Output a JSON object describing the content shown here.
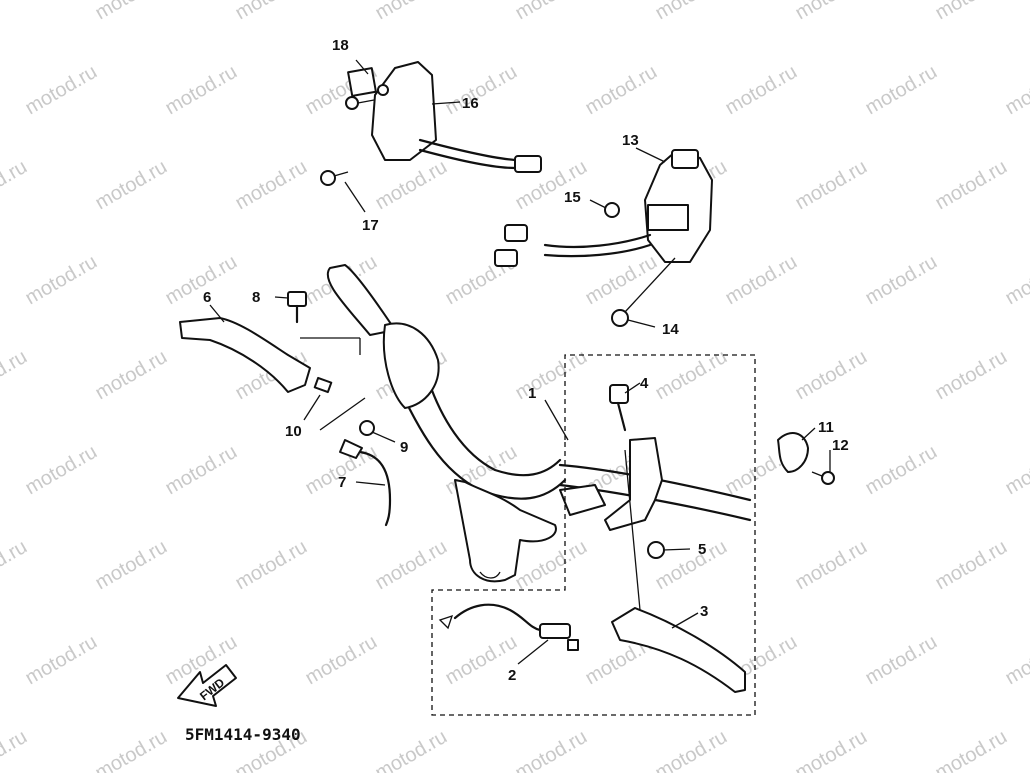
{
  "watermark": {
    "text": "motod.ru"
  },
  "diagram_code": "5FM1414-9340",
  "fwd_label": "FWD",
  "callouts": [
    {
      "id": "label-1",
      "text": "1"
    },
    {
      "id": "label-2",
      "text": "2"
    },
    {
      "id": "label-3",
      "text": "3"
    },
    {
      "id": "label-4",
      "text": "4"
    },
    {
      "id": "label-5",
      "text": "5"
    },
    {
      "id": "label-6",
      "text": "6"
    },
    {
      "id": "label-7",
      "text": "7"
    },
    {
      "id": "label-8",
      "text": "8"
    },
    {
      "id": "label-9",
      "text": "9"
    },
    {
      "id": "label-10",
      "text": "10"
    },
    {
      "id": "label-11",
      "text": "11"
    },
    {
      "id": "label-12",
      "text": "12"
    },
    {
      "id": "label-13",
      "text": "13"
    },
    {
      "id": "label-14",
      "text": "14"
    },
    {
      "id": "label-15",
      "text": "15"
    },
    {
      "id": "label-16",
      "text": "16"
    },
    {
      "id": "label-17",
      "text": "17"
    },
    {
      "id": "label-18",
      "text": "18"
    }
  ]
}
